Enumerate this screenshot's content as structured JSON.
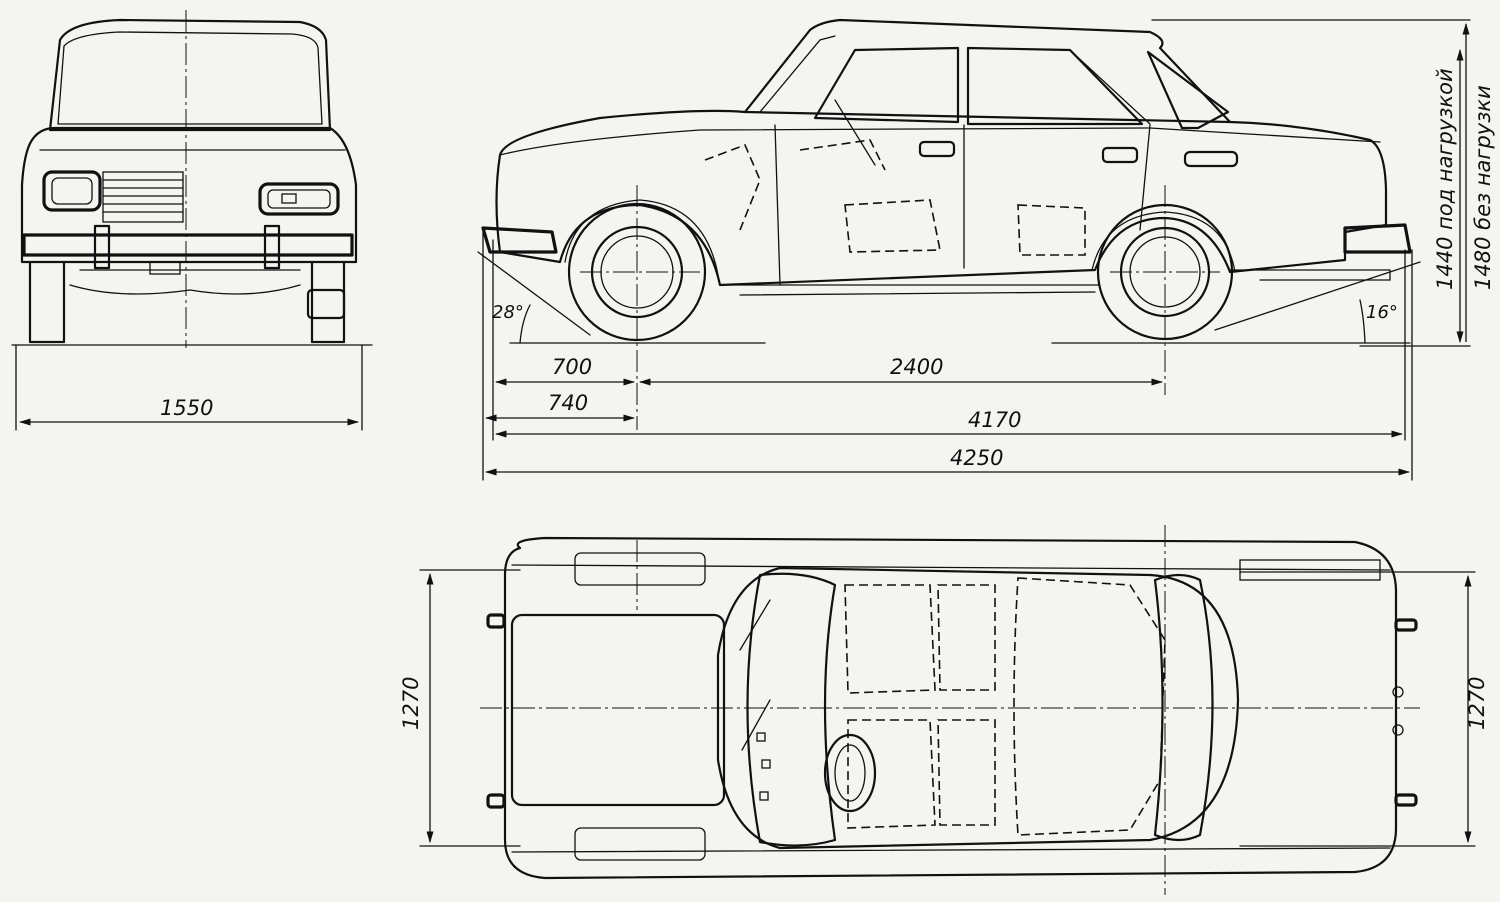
{
  "dimensions": {
    "width_track": "1550",
    "front_overhang": "700",
    "front_overhang_bumper": "740",
    "wheelbase": "2400",
    "length_body": "4170",
    "length_overall": "4250",
    "height_loaded": "1440 под нагрузкой",
    "height_unloaded": "1480 без нагрузки",
    "approach_angle": "28°",
    "departure_angle": "16°",
    "top_width_front": "1270",
    "top_width_rear": "1270"
  }
}
